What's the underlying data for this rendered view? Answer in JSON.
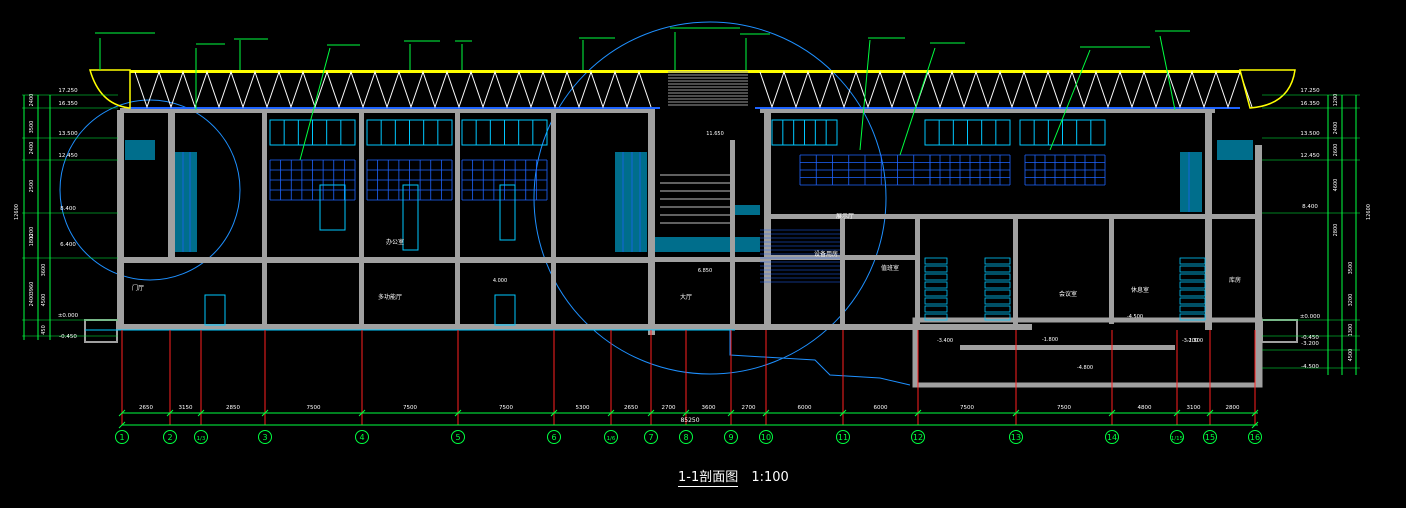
{
  "drawing": {
    "title": "1-1剖面图",
    "scale": "1:100",
    "colors": {
      "background": "#000000",
      "structure": "#a0a0a0",
      "roof_truss": "#1e64ff",
      "glazing": "#00c8ff",
      "grid_line": "#ff2020",
      "dimension": "#00ff40",
      "annotation": "#ffffff",
      "leader": "#00ff40",
      "callout_circle": "#1e90ff",
      "roof_edge": "#ffff00"
    }
  },
  "axes": {
    "labels": [
      "1",
      "2",
      "1/3",
      "3",
      "4",
      "5",
      "6",
      "1/6",
      "7",
      "8",
      "9",
      "10",
      "11",
      "12",
      "13",
      "14",
      "1/15",
      "15",
      "16"
    ],
    "spans": [
      "2650",
      "3150",
      "2850",
      "7500",
      "7500",
      "7500",
      "5300",
      "2650",
      "2700",
      "3600",
      "2700",
      "6000",
      "6000",
      "7500",
      "7500",
      "4800",
      "3100",
      "2800"
    ],
    "overall": "85250"
  },
  "elevations": {
    "left": [
      "17.250",
      "16.350",
      "13.500",
      "12.450",
      "8.400",
      "6.400",
      "±0.000",
      "-0.450"
    ],
    "right": [
      "17.250",
      "16.350",
      "13.500",
      "12.450",
      "8.400",
      "±0.000",
      "-0.450",
      "-3.200",
      "-4.500"
    ],
    "interior": [
      "4.000",
      "-4.800",
      "-1.800",
      "-3.400",
      "-4.500",
      "-1.500",
      "-3.200",
      "6.850",
      "11.650"
    ],
    "vertical_dims_left": [
      "2400",
      "3500",
      "2400",
      "2500",
      "1200",
      "1800",
      "3960",
      "2400",
      "12600",
      "3600",
      "4500",
      "450"
    ],
    "vertical_dims_right": [
      "1200",
      "2400",
      "2600",
      "4600",
      "2800",
      "12600",
      "3500",
      "3200",
      "1300",
      "4500"
    ]
  },
  "rooms": [
    "大厅",
    "多功能厅",
    "办公室",
    "会议室",
    "门厅",
    "设备用房",
    "展示厅",
    "休息室",
    "库房",
    "值班室"
  ]
}
